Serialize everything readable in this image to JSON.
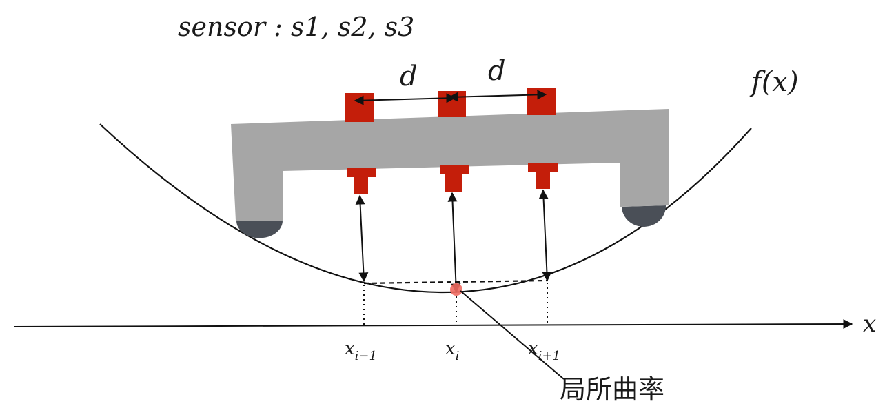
{
  "title": {
    "var": "sensor",
    "sep": " : ",
    "items": [
      "s1",
      ", s2",
      ", s3"
    ]
  },
  "spacing_label_left": "d",
  "spacing_label_right": "d",
  "curve": {
    "var": "f",
    "arg": "(x)"
  },
  "x_axis_label": "x",
  "ticks": [
    {
      "base": "x",
      "sub": "i−1"
    },
    {
      "base": "x",
      "sub": "i"
    },
    {
      "base": "x",
      "sub": "i+1"
    }
  ],
  "callout": "局所曲率",
  "colors": {
    "curve": "#111111",
    "beam": "#a6a6a6",
    "sensor": "#c41e0a",
    "wheel": "#4a4f57",
    "marker": "#f06a60",
    "background": "#ffffff"
  }
}
